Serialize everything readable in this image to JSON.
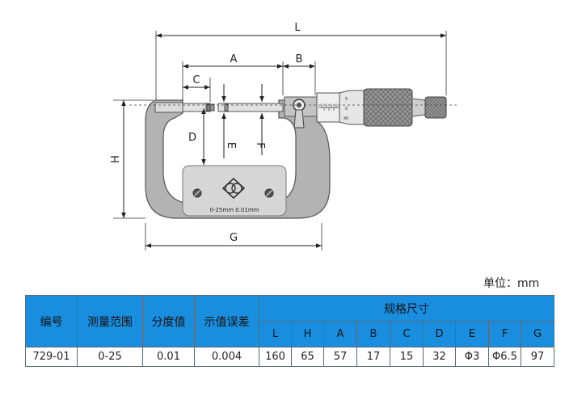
{
  "diagram": {
    "dim_L": "L",
    "dim_A": "A",
    "dim_B": "B",
    "dim_C": "C",
    "dim_D": "D",
    "dim_E": "E",
    "dim_F": "F",
    "dim_H": "H",
    "dim_G": "G",
    "frame_marking": "0-25mm  0.01mm",
    "sleeve_scale": [
      "5",
      "0",
      "45"
    ]
  },
  "unit_label": "单位：mm",
  "table": {
    "headers": {
      "model": "编号",
      "range": "测量范围",
      "resolution": "分度值",
      "error": "示值误差",
      "spec_group": "规格尺寸"
    },
    "spec_columns": [
      "L",
      "H",
      "A",
      "B",
      "C",
      "D",
      "E",
      "F",
      "G"
    ],
    "row": {
      "model": "729-01",
      "range": "0-25",
      "resolution": "0.01",
      "error": "0.004",
      "specs": [
        "160",
        "65",
        "57",
        "17",
        "15",
        "32",
        "Φ3",
        "Φ6.5",
        "97"
      ]
    }
  },
  "colors": {
    "header_blue": "#1a8ede",
    "frame_gray": "#b3b3b3",
    "plate_gray": "#d6d6d6"
  }
}
